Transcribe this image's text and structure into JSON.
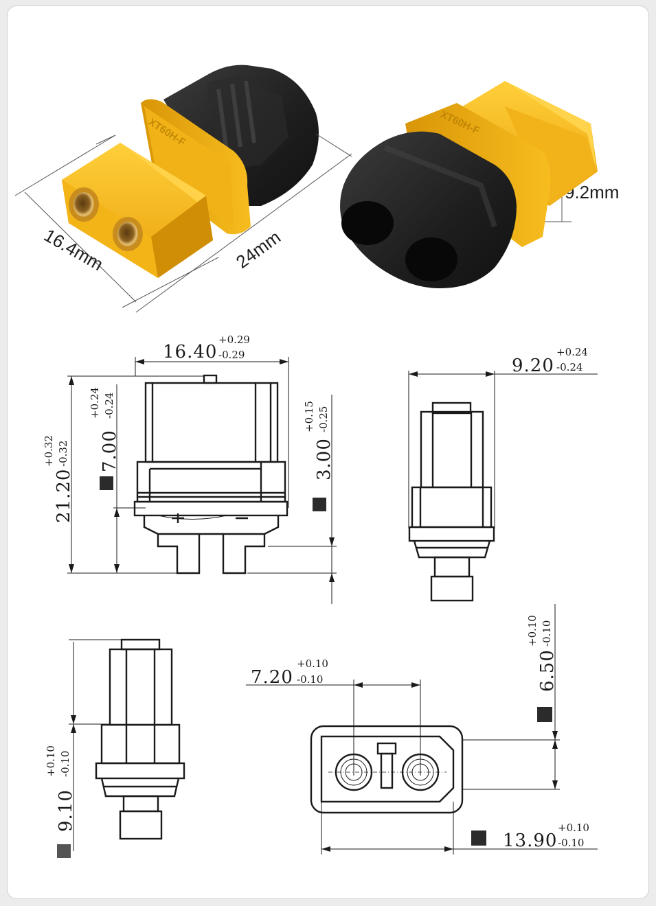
{
  "photo_labels": {
    "width": "16.4mm",
    "length": "24mm",
    "height": "9.2mm"
  },
  "connector_marking": "XT60H-F",
  "dimensions": {
    "top_width": {
      "value": "16.40",
      "plus": "+0.29",
      "minus": "-0.29"
    },
    "total_height": {
      "value": "21.20",
      "plus": "+0.32",
      "minus": "-0.32"
    },
    "shoulder_height": {
      "value": "7.00",
      "plus": "+0.24",
      "minus": "-0.24"
    },
    "pin_length": {
      "value": "3.00",
      "plus": "+0.15",
      "minus": "-0.25"
    },
    "side_width": {
      "value": "9.20",
      "plus": "+0.24",
      "minus": "-0.24"
    },
    "bottom_height": {
      "value": "9.10",
      "plus": "+0.10",
      "minus": "-0.10"
    },
    "pin_spacing": {
      "value": "7.20",
      "plus": "+0.10",
      "minus": "-0.10"
    },
    "face_height": {
      "value": "6.50",
      "plus": "+0.10",
      "minus": "-0.10"
    },
    "face_width": {
      "value": "13.90",
      "plus": "+0.10",
      "minus": "-0.10"
    }
  },
  "colors": {
    "housing_yellow": "#f5b514",
    "housing_yellow_dark": "#c88a05",
    "boot_black": "#1f1f1f",
    "boot_highlight": "#3a3a3a",
    "gold_contact": "#d9a84a",
    "square_marker": "#2b2b2b"
  }
}
